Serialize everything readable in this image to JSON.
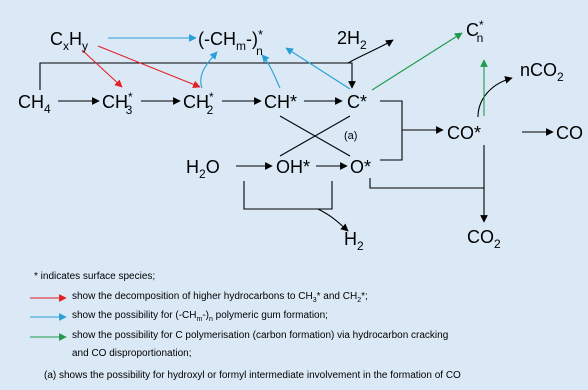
{
  "species": {
    "cxhy": {
      "base": "C",
      "s1": "x",
      "mid": "H",
      "s2": "y"
    },
    "polymer": {
      "open": "(-CH",
      "m": "m",
      "close": "-)",
      "star": "*",
      "n": "n"
    },
    "h2_top": {
      "pre": "2H",
      "sub": "2"
    },
    "cn_star": {
      "base": "C",
      "star": "*",
      "n": "n"
    },
    "nco2": {
      "pre": "nCO",
      "sub": "2"
    },
    "ch4": {
      "base": "CH",
      "sub": "4"
    },
    "ch3": {
      "base": "CH",
      "star": "*",
      "sub": "3"
    },
    "ch2": {
      "base": "CH",
      "star": "*",
      "sub": "2"
    },
    "ch": "CH*",
    "c_star": "C*",
    "co_star": "CO*",
    "co": "CO",
    "h2o": {
      "base": "H",
      "sub": "2",
      "post": "O"
    },
    "oh": "OH*",
    "o_star": "O*",
    "h2_bottom": {
      "base": "H",
      "sub": "2"
    },
    "co2_bottom": {
      "base": "CO",
      "sub": "2"
    },
    "label_a": "(a)"
  },
  "legend": {
    "surface_note": "* indicates surface species;",
    "red": {
      "pre": "show the decomposition of higher hydrocarbons to CH",
      "s3": "3",
      "mid": "* and CH",
      "s2": "2",
      "post": "*;"
    },
    "blue": {
      "pre": "show the possibility for (-CH",
      "m": "m",
      "mid": "-)",
      "n": "n",
      "post": " polymeric gum formation;"
    },
    "green_line1": "show the possibility for C polymerisation (carbon formation) via hydrocarbon cracking",
    "green_line2": "and CO disproportionation;",
    "note_a": "(a) shows the possibility for hydroxyl or formyl intermediate involvement in the formation of CO"
  },
  "colors": {
    "red": "#e31e24",
    "blue": "#2a9fd6",
    "green": "#1f9a4a",
    "black": "#000000",
    "background": "#dbe9f7"
  }
}
